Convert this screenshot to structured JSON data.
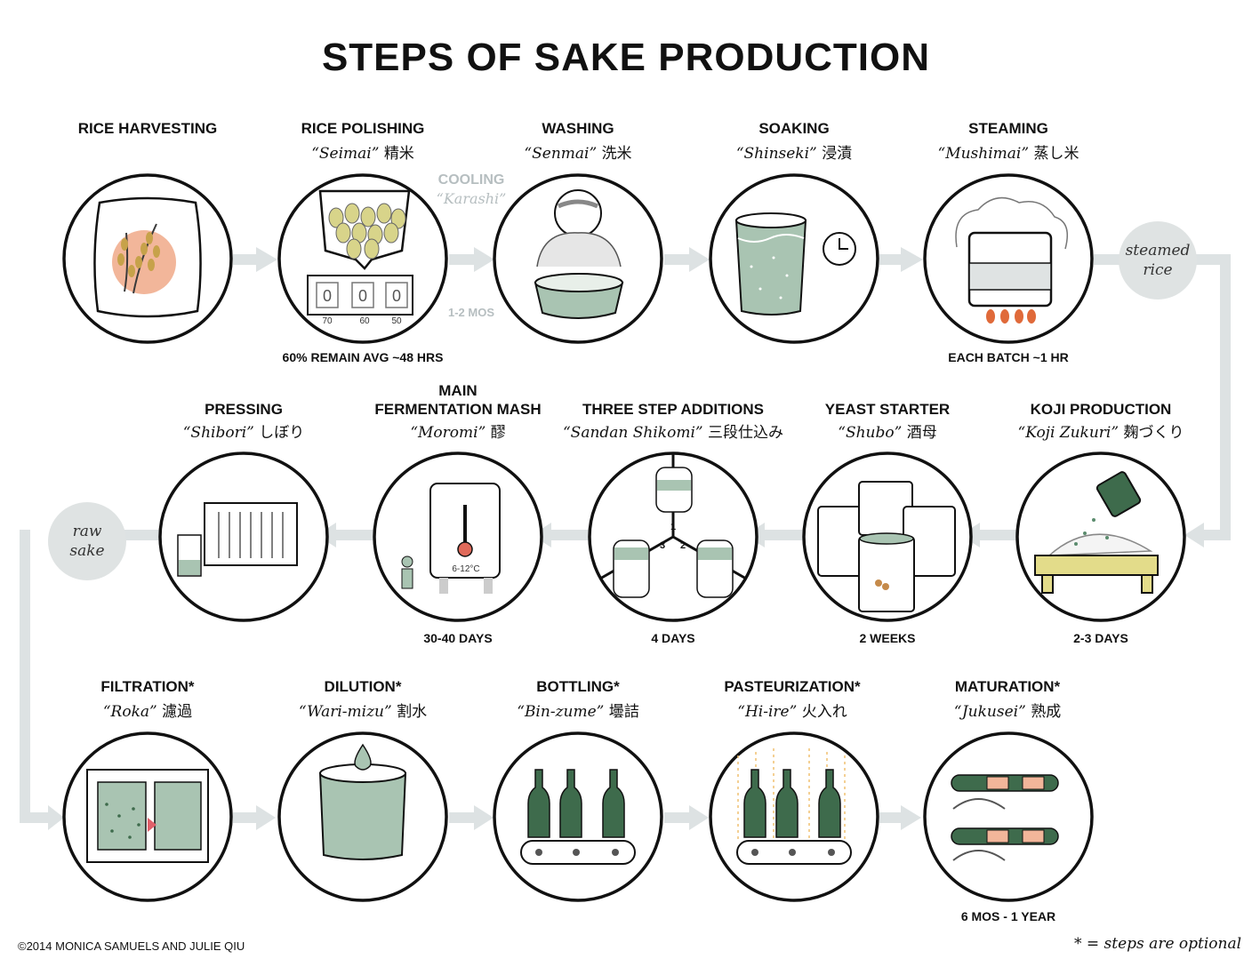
{
  "title": "STEPS OF SAKE PRODUCTION",
  "steps": [
    {
      "title": "RICE HARVESTING",
      "romaji": "",
      "kanji": "",
      "note": ""
    },
    {
      "title": "RICE POLISHING",
      "romaji": "“Seimai”",
      "kanji": "精米",
      "note": "60% REMAIN AVG ~48 HRS"
    },
    {
      "title": "WASHING",
      "romaji": "“Senmai”",
      "kanji": "洗米",
      "note": ""
    },
    {
      "title": "SOAKING",
      "romaji": "“Shinseki”",
      "kanji": "浸漬",
      "note": ""
    },
    {
      "title": "STEAMING",
      "romaji": "“Mushimai”",
      "kanji": "蒸し米",
      "note": "EACH BATCH ~1 HR"
    },
    {
      "title": "KOJI PRODUCTION",
      "romaji": "“Koji Zukuri”",
      "kanji": "麹づくり",
      "note": "2-3 DAYS"
    },
    {
      "title": "YEAST STARTER",
      "romaji": "“Shubo”",
      "kanji": "酒母",
      "note": "2 WEEKS"
    },
    {
      "title": "THREE STEP ADDITIONS",
      "romaji": "“Sandan Shikomi”",
      "kanji": "三段仕込み",
      "note": "4 DAYS"
    },
    {
      "title": "MAIN\nFERMENTATION MASH",
      "romaji": "“Moromi”",
      "kanji": "醪",
      "note": "30-40 DAYS"
    },
    {
      "title": "PRESSING",
      "romaji": "“Shibori”",
      "kanji": "しぼり",
      "note": ""
    },
    {
      "title": "FILTRATION*",
      "romaji": "“Roka”",
      "kanji": "濾過",
      "note": ""
    },
    {
      "title": "DILUTION*",
      "romaji": "“Wari-mizu”",
      "kanji": "割水",
      "note": ""
    },
    {
      "title": "BOTTLING*",
      "romaji": "“Bin-zume”",
      "kanji": "壜詰",
      "note": ""
    },
    {
      "title": "PASTEURIZATION*",
      "romaji": "“Hi-ire”",
      "kanji": "火入れ",
      "note": ""
    },
    {
      "title": "MATURATION*",
      "romaji": "“Jukusei”",
      "kanji": "熟成",
      "note": "6 MOS - 1 YEAR"
    }
  ],
  "cooling": {
    "title": "COOLING",
    "romaji": "“Karashi”",
    "duration": "1-2 MOS"
  },
  "bubbles": {
    "steamed": "steamed\nrice",
    "raw": "raw\nsake"
  },
  "illustration_labels": {
    "scale_marks": [
      "70",
      "60",
      "50"
    ],
    "scale_digits": [
      "0",
      "0",
      "0"
    ],
    "thermometer": "6-12°C",
    "additions": [
      "1",
      "2",
      "3"
    ]
  },
  "footer": "©2014 MONICA SAMUELS AND JULIE QIU",
  "legend": "* = steps are optional",
  "colors": {
    "sage": "#a9c4b2",
    "sage_dark": "#7fa58e",
    "arrow": "#dde2e3",
    "bottle": "#3e6b4c",
    "flame": "#e06a3a",
    "peach": "#f2b69a"
  }
}
